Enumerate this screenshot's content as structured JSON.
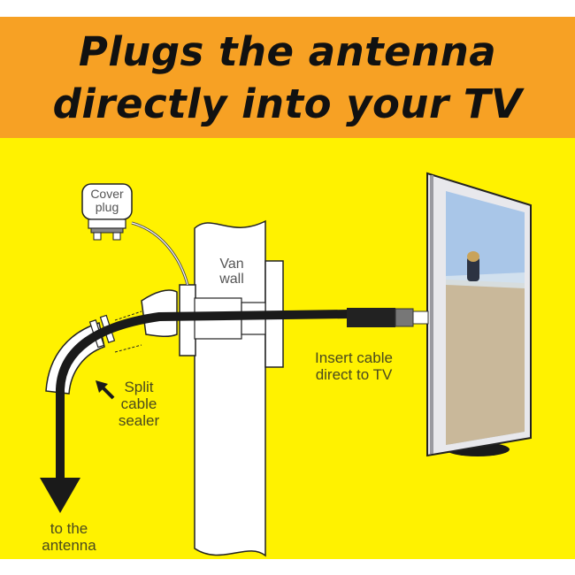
{
  "header": {
    "line1": "Plugs the antenna",
    "line2": "directly into your TV",
    "background_color": "#f7a124"
  },
  "diagram": {
    "background_color": "#fff200",
    "labels": {
      "cover_plug": [
        "Cover",
        "plug"
      ],
      "van_wall": [
        "Van",
        "wall"
      ],
      "insert_cable": [
        "Insert cable",
        "direct to TV"
      ],
      "split_sealer": [
        "Split",
        "cable",
        "sealer"
      ],
      "to_antenna": [
        "to the",
        "antenna"
      ]
    },
    "icons": [
      "cover-plug-icon",
      "van-wall-icon",
      "cable-icon",
      "split-sealer-icon",
      "arrow-down-icon",
      "arrow-pointer-icon",
      "tv-icon"
    ]
  }
}
